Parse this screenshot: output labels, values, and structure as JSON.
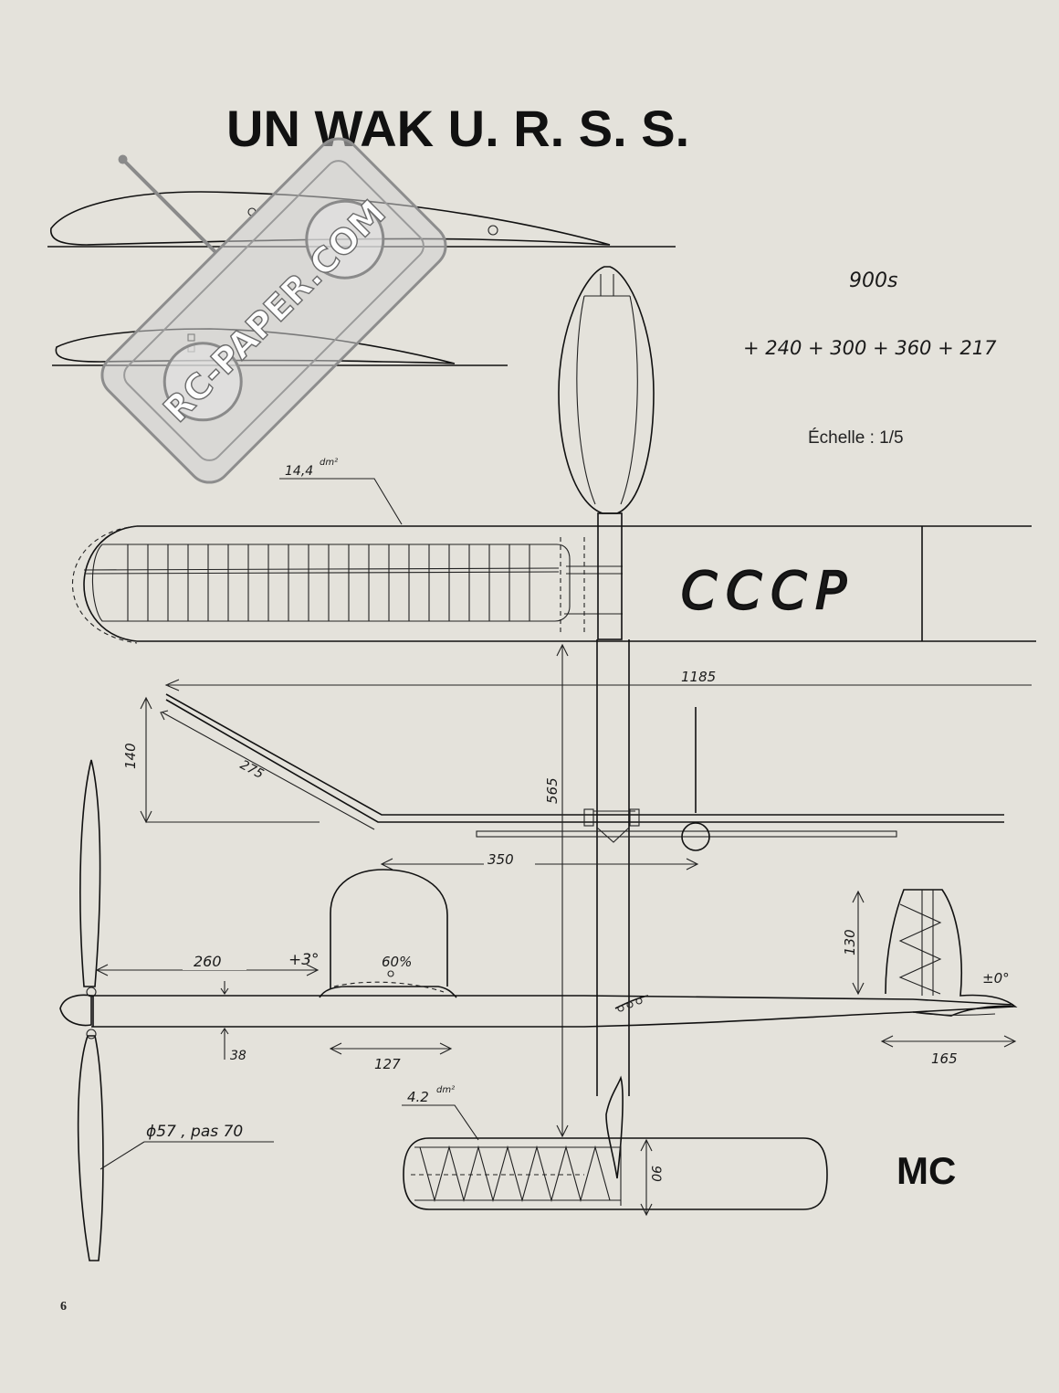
{
  "title": "UN WAK U. R. S. S.",
  "watermark": {
    "text": "RC-PAPER.COM",
    "color": "#b9b9b9"
  },
  "annotations": {
    "duration": "900s",
    "flight_times": "+ 240 + 300 + 360 + 217",
    "scale": "Échelle :  1/5",
    "wing_area": "14,4",
    "wing_area_unit": "dm²",
    "wing_marking": "CCCP",
    "span": "1185",
    "dihedral_height": "140",
    "dihedral_panel": "275",
    "wing_chord_pos": "565",
    "stab_span_half": "350",
    "nose_length": "260",
    "incidence": "+3°",
    "pylon_percent": "60%",
    "pylon_base": "127",
    "fuselage_depth": "38",
    "fin_height": "130",
    "fin_incidence": "±0°",
    "fin_length": "165",
    "prop": "ϕ57 , pas 70",
    "stab_area": "4.2",
    "stab_area_unit": "dm²",
    "stab_chord": "90"
  },
  "brand": "MC",
  "page_number": "6"
}
